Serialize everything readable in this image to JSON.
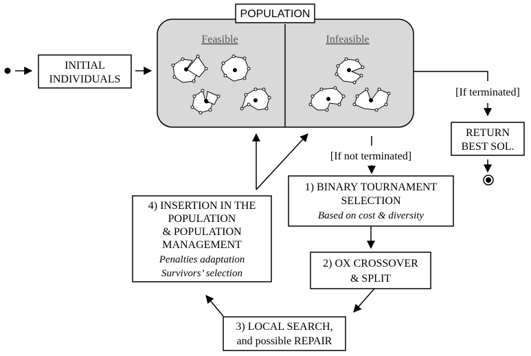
{
  "population": {
    "title": "POPULATION",
    "feasible_label": "Feasible",
    "infeasible_label": "Infeasible",
    "fill_color": "#d9d9d9"
  },
  "initial": {
    "line1": "INITIAL",
    "line2": "INDIVIDUALS"
  },
  "conditions": {
    "terminated": "[If terminated]",
    "not_terminated": "[If not terminated]"
  },
  "return_box": {
    "line1": "RETURN",
    "line2": "BEST SOL."
  },
  "step1": {
    "line1": "1) BINARY TOURNAMENT",
    "line2": "SELECTION",
    "line3": "Based on cost & diversity"
  },
  "step2": {
    "line1": "2) OX CROSSOVER",
    "line2": "& SPLIT"
  },
  "step3": {
    "line1": "3) LOCAL SEARCH,",
    "line2": "and possible REPAIR"
  },
  "step4": {
    "line1": "4) INSERTION IN THE",
    "line2": "POPULATION",
    "line3": "& POPULATION",
    "line4": "MANAGEMENT",
    "line5": "Penalties adaptation",
    "line6": "Survivors’ selection"
  }
}
